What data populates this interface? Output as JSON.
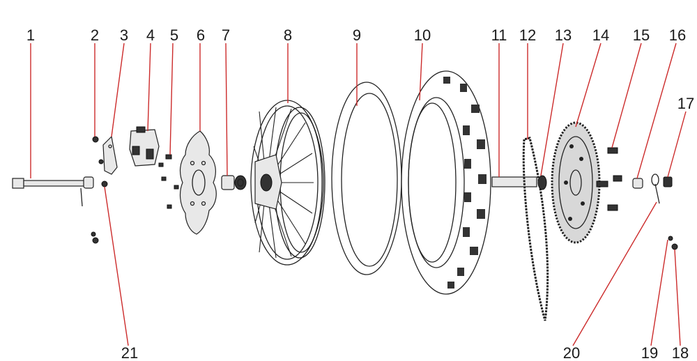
{
  "callouts": [
    {
      "label": "1"
    },
    {
      "label": "2"
    },
    {
      "label": "3"
    },
    {
      "label": "4"
    },
    {
      "label": "5"
    },
    {
      "label": "6"
    },
    {
      "label": "7"
    },
    {
      "label": "8"
    },
    {
      "label": "9"
    },
    {
      "label": "10"
    },
    {
      "label": "11"
    },
    {
      "label": "12"
    },
    {
      "label": "13"
    },
    {
      "label": "14"
    },
    {
      "label": "15"
    },
    {
      "label": "16"
    },
    {
      "label": "17"
    },
    {
      "label": "18"
    },
    {
      "label": "19"
    },
    {
      "label": "20"
    },
    {
      "label": "21"
    }
  ],
  "colors": {
    "leader": "#cc2b2b",
    "line": "#222222",
    "background": "#ffffff"
  }
}
